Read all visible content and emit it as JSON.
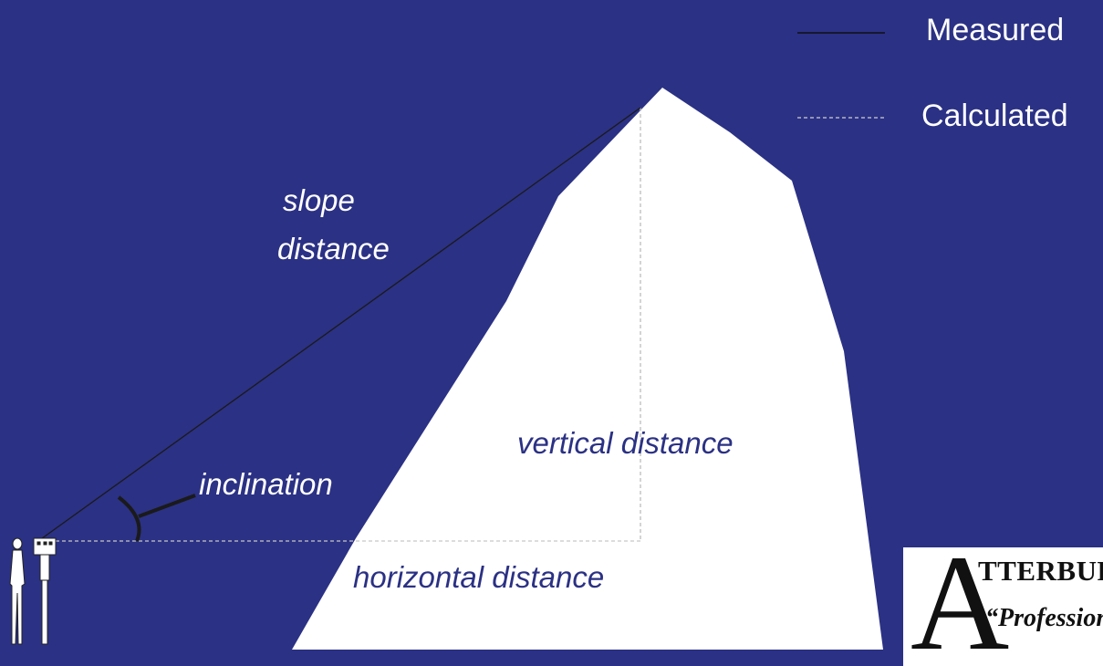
{
  "legend": {
    "measured": "Measured",
    "calculated": "Calculated"
  },
  "labels": {
    "slope_line1": "slope",
    "slope_line2": "distance",
    "inclination": "inclination",
    "vertical": "vertical distance",
    "horizontal": "horizontal distance"
  },
  "logo": {
    "initial": "A",
    "top_text": "TTERBURY",
    "bottom_text": "“Profession"
  },
  "colors": {
    "background": "#2b3184",
    "mountain": "#ffffff",
    "text": "#ffffff",
    "measured_line": "#1a1a1a",
    "calculated_line": "#bfbfbf"
  },
  "icons": {
    "surveyor": "person-silhouette-icon",
    "instrument": "survey-instrument-on-tripod-icon"
  }
}
